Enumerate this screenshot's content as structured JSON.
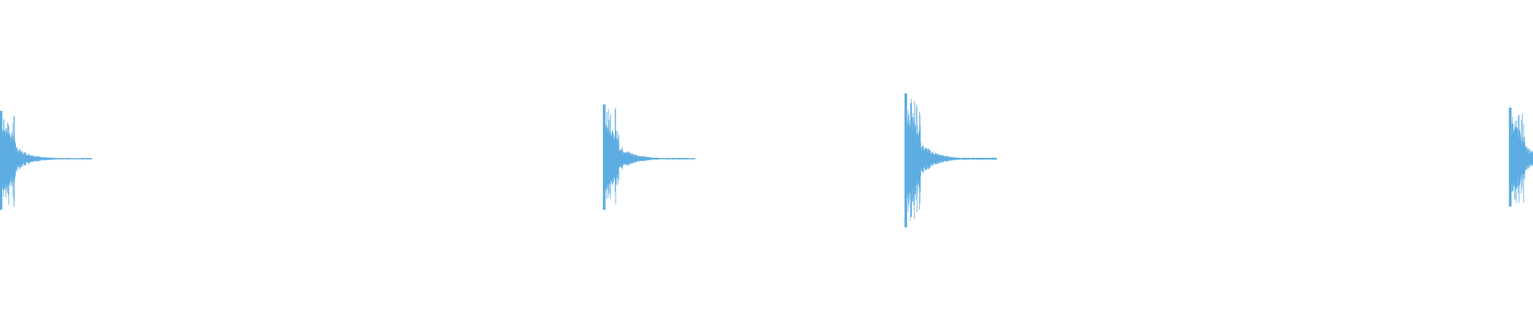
{
  "waveform": {
    "color": "#5dade2",
    "background": "#ffffff",
    "duration_fraction_hits": [
      {
        "start": 0.0,
        "peak_top": 0.3,
        "peak_bottom": 0.32
      },
      {
        "start": 0.3935,
        "peak_top": 0.34,
        "peak_bottom": 0.32
      },
      {
        "start": 0.5902,
        "peak_top": 0.41,
        "peak_bottom": 0.43
      },
      {
        "start": 0.9845,
        "peak_top": 0.32,
        "peak_bottom": 0.3
      }
    ]
  }
}
